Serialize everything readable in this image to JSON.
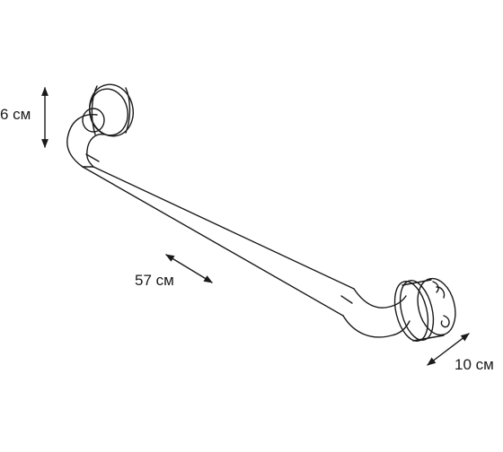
{
  "dimensions": {
    "height": "6 см",
    "length": "57 см",
    "depth": "10 см"
  },
  "colors": {
    "line": "#1a1a1a",
    "background": "#ffffff"
  }
}
